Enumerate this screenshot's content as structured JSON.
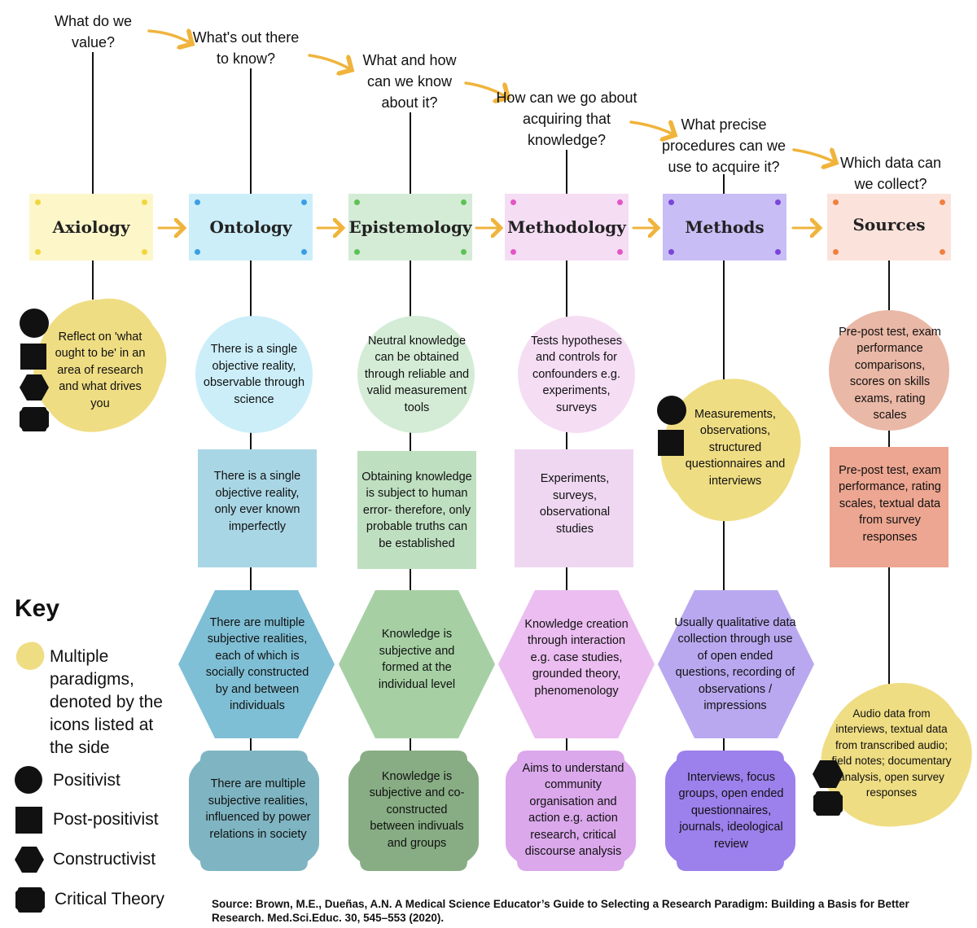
{
  "questions": {
    "q1": "What do we value?",
    "q2": "What's out there to know?",
    "q3": "What and how can we know about it?",
    "q4": "How can we go about acquiring that knowledge?",
    "q5": "What precise procedures can we use to acquire it?",
    "q6": "Which data can we collect?"
  },
  "headers": {
    "axiology": "Axiology",
    "ontology": "Ontology",
    "epistemology": "Epistemology",
    "methodology": "Methodology",
    "methods": "Methods",
    "sources": "Sources"
  },
  "axiology": {
    "blob": "Reflect on 'what ought to be' in an area of research and what drives you"
  },
  "ontology": {
    "positivist": "There is a single objective reality, observable through science",
    "post_positivist": "There is a single objective reality, only ever known imperfectly",
    "constructivist": "There are multiple subjective realities, each of which is socially constructed by and between individuals",
    "critical": "There are multiple subjective realities, influenced by power relations in society"
  },
  "epistemology": {
    "positivist": "Neutral knowledge can be obtained through reliable and valid measurement tools",
    "post_positivist": "Obtaining knowledge is subject to human error- therefore, only probable truths can be established",
    "constructivist": "Knowledge is subjective and formed at the individual level",
    "critical": "Knowledge is subjective and co-constructed between indivuals and groups"
  },
  "methodology": {
    "positivist": "Tests hypotheses and controls for confounders e.g. experiments, surveys",
    "post_positivist": "Experiments, surveys, observational studies",
    "constructivist": "Knowledge creation through interaction e.g. case studies, grounded theory, phenomenology",
    "critical": "Aims to understand community organisation and action e.g. action research, critical discourse analysis"
  },
  "methods": {
    "blob": "Measurements, observations, structured questionnaires and interviews",
    "constructivist": "Usually qualitative data collection through use of open ended questions, recording of observations / impressions",
    "critical": "Interviews, focus groups, open ended questionnaires, journals, ideological review"
  },
  "sources": {
    "positivist": "Pre-post test, exam performance comparisons, scores on skills exams, rating scales",
    "post_positivist": "Pre-post test, exam performance, rating scales, textual data from survey responses",
    "blob": "Audio data from interviews, textual data from transcribed audio; field notes; documentary analysis, open survey responses"
  },
  "key": {
    "title": "Key",
    "multiple": "Multiple paradigms, denoted by the icons listed at the side",
    "positivist": "Positivist",
    "post_positivist": "Post-positivist",
    "constructivist": "Constructivist",
    "critical": "Critical Theory"
  },
  "source_citation": "Source: Brown, M.E., Dueñas, A.N. A Medical Science Educator’s Guide to Selecting a Research Paradigm: Building a Basis for Better Research. Med.Sci.Educ. 30, 545–553 (2020).",
  "colors": {
    "arrow": "#f0b43c",
    "axiology": "#fdf6c8",
    "ontology": "#cbeef9",
    "epistemology": "#d4ecd6",
    "methodology": "#f5ddf4",
    "methods": "#c8bdf5",
    "sources": "#fbe3dc",
    "blob": "#efdd83"
  }
}
